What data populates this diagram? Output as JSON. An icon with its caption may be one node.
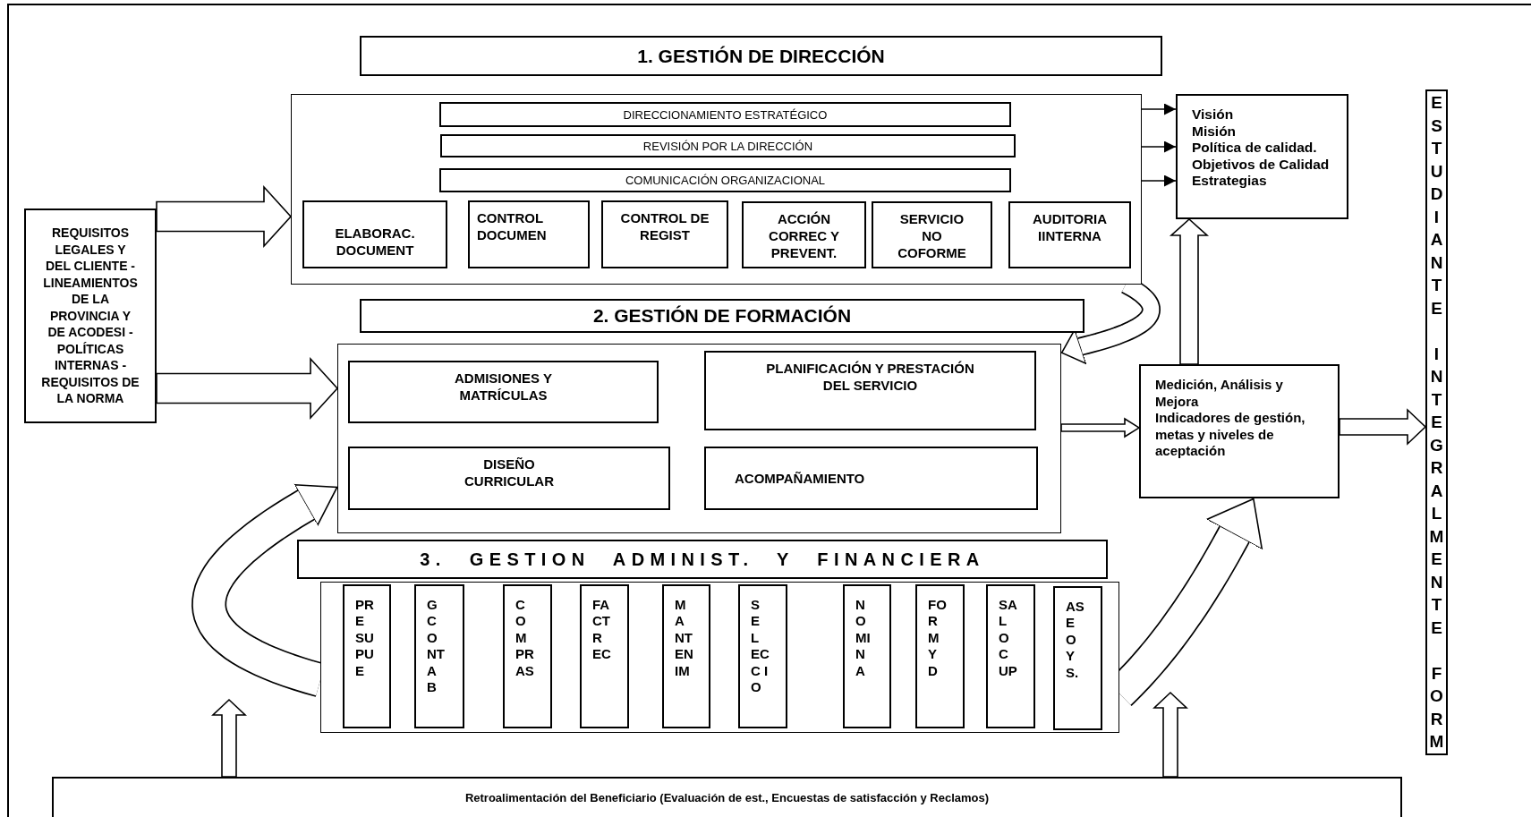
{
  "diagram": {
    "nodes": [
      {
        "text": [
          "REQUISITOS LEGALES Y DEL CLIENTE - LINEAMIENTOS DE LA PROVINCIA Y DE ACODESI - POLÍTICAS INTERNAS - REQUISITOS DE LA NORMA"
        ]
      },
      {
        "text": [
          "1. GESTIÓN DE DIRECCIÓN"
        ]
      },
      {
        "text": [],
        "shape": "box"
      },
      {
        "text": [
          "DIRECCIONAMIENTO ESTRATÉGICO"
        ],
        "in": 2
      },
      {
        "text": [
          "REVISIÓN POR LA DIRECCIÓN"
        ],
        "in": 2
      },
      {
        "text": [
          "COMUNICACIÓN ORGANIZACIONAL"
        ],
        "in": 2
      },
      {
        "text": [
          "ELABORAC. DOCUMENT"
        ],
        "in": 2
      },
      {
        "text": [
          "CONTROL DOCUMEN"
        ],
        "in": 2
      },
      {
        "text": [
          "CONTROL DE REGIST"
        ],
        "in": 2
      },
      {
        "text": [
          "ACCIÓN CORREC Y PREVENT."
        ],
        "in": 2
      },
      {
        "text": [
          "SERVICIO NO COFORME"
        ],
        "in": 2
      },
      {
        "text": [
          "AUDITORIA IINTERNA"
        ],
        "in": 2
      },
      {
        "text": [
          "Visión",
          "Misión",
          "Política de calidad.",
          "Objetivos de Calidad",
          "Estrategias"
        ]
      },
      {
        "text": [
          "2. GESTIÓN DE FORMACIÓN"
        ]
      },
      {
        "text": [],
        "shape": "box"
      },
      {
        "text": [
          "ADMISIONES Y MATRÍCULAS"
        ],
        "in": 14
      },
      {
        "text": [
          "PLANIFICACIÓN Y PRESTACIÓN DEL SERVICIO"
        ],
        "in": 14
      },
      {
        "text": [
          "DISEÑO CURRICULAR"
        ],
        "in": 14
      },
      {
        "text": [
          "ACOMPAÑAMIENTO"
        ],
        "in": 14
      },
      {
        "text": [
          "Medición, Análisis y Mejora",
          "Indicadores de gestión, metas y niveles de aceptación"
        ]
      },
      {
        "text": [
          "3. GESTION ADMINIST. Y FINANCIERA"
        ]
      },
      {
        "text": [],
        "shape": "box"
      },
      {
        "text": [
          "PR E SU PU E"
        ],
        "in": 21
      },
      {
        "text": [
          "G C O NT A B"
        ],
        "in": 21
      },
      {
        "text": [
          "C O M PR AS"
        ],
        "in": 21
      },
      {
        "text": [
          "FA CT R EC"
        ],
        "in": 21
      },
      {
        "text": [
          "M A NT EN IM"
        ],
        "in": 21
      },
      {
        "text": [
          "S E L EC C I O"
        ],
        "in": 21
      },
      {
        "text": [
          "N O MI N A"
        ],
        "in": 21
      },
      {
        "text": [
          "FO R M Y D"
        ],
        "in": 21
      },
      {
        "text": [
          "SA L O C UP"
        ],
        "in": 21
      },
      {
        "text": [
          "AS E O Y S."
        ],
        "in": 21
      },
      {
        "text": [
          "ESTUDIANTE INTEGRALMENTE FORM"
        ]
      },
      {
        "text": [
          "Retroalimentación del Beneficiario (Evaluación de est., Encuestas de satisfacción y Reclamos)"
        ]
      }
    ],
    "edges": [
      {
        "from": 3,
        "to": 12,
        "arrow": "to"
      },
      {
        "from": 4,
        "to": 12,
        "arrow": "to"
      },
      {
        "from": 5,
        "to": 12,
        "arrow": "to"
      },
      {
        "from": 0,
        "to": 2,
        "arrow": "to",
        "style": "thick"
      },
      {
        "from": 0,
        "to": 14,
        "arrow": "to",
        "style": "thick"
      },
      {
        "from": 14,
        "to": 19,
        "arrow": "to",
        "style": "thick"
      },
      {
        "from": 19,
        "to": 32,
        "arrow": "to",
        "style": "thick"
      },
      {
        "from": 19,
        "to": 12,
        "arrow": "to",
        "style": "thick"
      },
      {
        "from": 2,
        "to": 14,
        "arrow": "to",
        "style": "thick"
      },
      {
        "from": 21,
        "to": 14,
        "arrow": "to",
        "style": "thick"
      },
      {
        "from": 21,
        "to": 19,
        "arrow": "to",
        "style": "thick"
      },
      {
        "from": 33,
        "to": null,
        "arrow": "to",
        "style": "thick"
      },
      {
        "from": 33,
        "to": null,
        "arrow": "to",
        "style": "thick"
      }
    ]
  }
}
